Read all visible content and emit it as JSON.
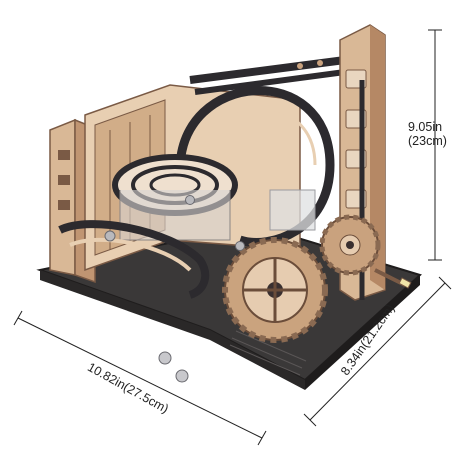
{
  "image": {
    "subject": "wooden-marble-run-3d-puzzle",
    "colors": {
      "wood_light": "#e8cfb2",
      "wood_mid": "#c9a27e",
      "wood_dark": "#7a5a45",
      "track_dark": "#2c2a2e",
      "base_dark": "#3a3838",
      "line": "#222222"
    }
  },
  "dimensions": {
    "height_value": "9.05in",
    "height_metric": "(23cm)",
    "width": "10.82in(27.5cm)",
    "depth": "8.34in(21.2cm)"
  }
}
